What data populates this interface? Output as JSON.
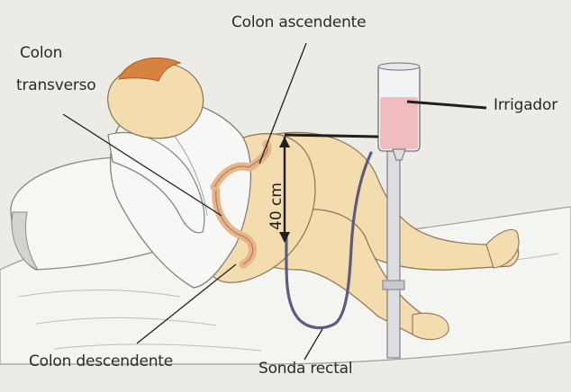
{
  "labels": {
    "colon_ascendente": "Colon ascendente",
    "colon_transverso_line1": "Colon",
    "colon_transverso_line2": "transverso",
    "irrigador": "Irrigador",
    "colon_descendente": "Colon descendente",
    "sonda_rectal": "Sonda rectal",
    "height_measure": "40 cm"
  },
  "colors": {
    "background": "#ecebe6",
    "skin": "#f3dcae",
    "skin_shadow": "#e7c68d",
    "bed_sheet": "#f4f4f1",
    "bed_shadow": "#c9c9c7",
    "hair": "#d8823f",
    "gown": "#f7f7f5",
    "colon": "#e8b58a",
    "irrigator_fluid": "#efbcc0",
    "tube": "#5d5b7e",
    "pole": "#dcdde0",
    "leader_line": "#1f1f1f"
  }
}
